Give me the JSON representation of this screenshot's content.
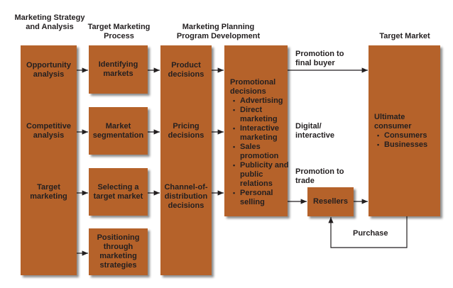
{
  "headers": {
    "strategy": "Marketing Strategy and Analysis",
    "target_process": "Target Marketing Process",
    "planning": "Marketing Planning Program Development",
    "market": "Target Market"
  },
  "strategy_items": [
    "Opportunity analysis",
    "Competitive analysis",
    "Target marketing"
  ],
  "target_process_boxes": [
    "Identifying markets",
    "Market segmentation",
    "Selecting a target market",
    "Positioning through marketing strategies"
  ],
  "program_items": [
    "Product decisions",
    "Pricing decisions",
    "Channel-of-distribution decisions"
  ],
  "promotional": {
    "title": "Promotional decisions",
    "items": [
      "Advertising",
      "Direct marketing",
      "Interactive marketing",
      "Sales promotion",
      "Publicity and public relations",
      "Personal selling"
    ]
  },
  "channels": {
    "final_buyer": "Promotion to final buyer",
    "digital": "Digital/ interactive",
    "trade": "Promotion to trade",
    "purchase": "Purchase"
  },
  "resellers": "Resellers",
  "consumer": {
    "title": "Ultimate consumer",
    "items": [
      "Consumers",
      "Businesses"
    ]
  },
  "colors": {
    "box": "#b5622a"
  }
}
